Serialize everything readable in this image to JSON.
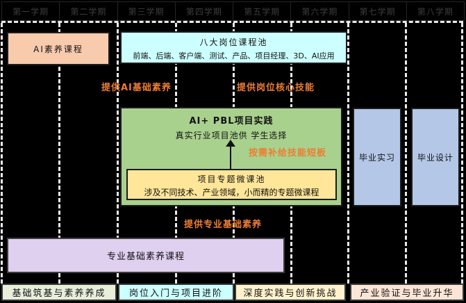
{
  "header": {
    "semesters": [
      "第一学期",
      "第二学期",
      "第三学期",
      "第四学期",
      "第五学期",
      "第六学期",
      "第七学期",
      "第八学期"
    ]
  },
  "boxes": {
    "ai_literacy": {
      "label": "AI素养课程",
      "bg": "#F8CBAD"
    },
    "job_pool": {
      "title": "八大岗位课程池",
      "subtitle": "前端、后端、客户端、测试、产品、项目经理、3D、AI应用",
      "bg": "#CCFFFF"
    },
    "pbl": {
      "title": "AI+ PBL项目实践",
      "subtitle": "真实行业项目池供 学生选择",
      "bg": "#A9D18E"
    },
    "micro_courses": {
      "title": "项目专题微课池",
      "subtitle": "涉及不同技术、产业领域，小而精的专题微课程",
      "bg": "#FFE699"
    },
    "internship": {
      "label": "毕业实习",
      "bg": "#B4C7E7"
    },
    "thesis": {
      "label": "毕业设计",
      "bg": "#B4C7E7"
    },
    "foundation": {
      "label": "专业基础素养课程",
      "bg": "#E0D0F0"
    }
  },
  "annotations": {
    "color": "#ED7D31",
    "ai_basic": "提供AI基础素养",
    "job_core": "提供岗位核心技能",
    "skill_gap": "按需补给技能短板",
    "professional_basic": "提供专业基础素养"
  },
  "phases": [
    {
      "label": "基础筑基与素养养成",
      "bg": "#E7EFDB"
    },
    {
      "label": "岗位入门与项目进阶",
      "bg": "#CCFFFF"
    },
    {
      "label": "深度实践与创新挑战",
      "bg": "#FFF2CC"
    },
    {
      "label": "产业验证与毕业升华",
      "bg": "#FBE5D6"
    }
  ]
}
